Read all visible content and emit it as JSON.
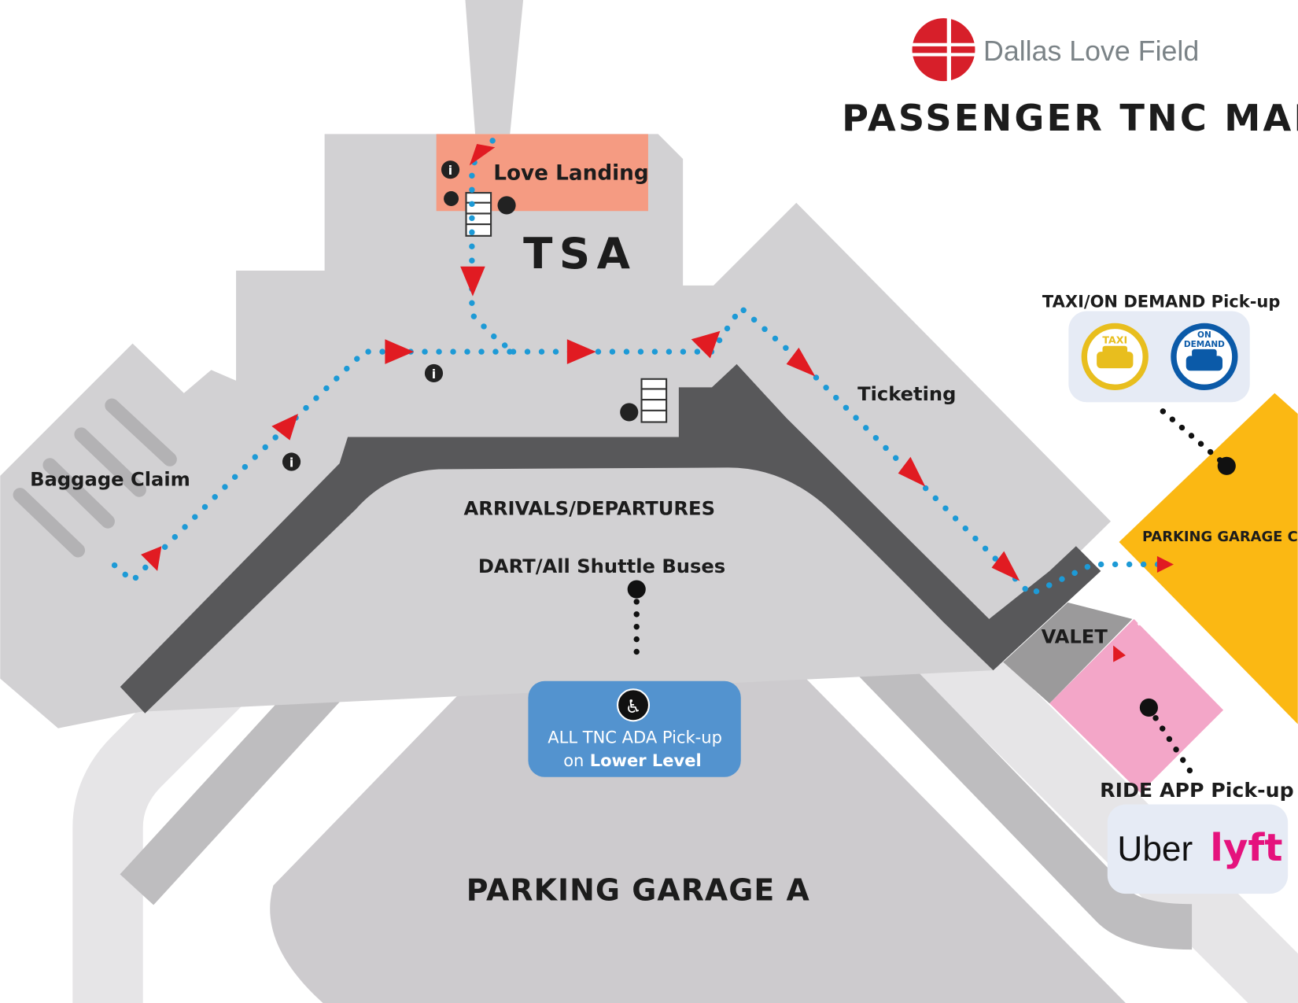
{
  "header": {
    "logo_text": "Dallas Love Field",
    "title": "PASSENGER TNC MAP"
  },
  "map": {
    "labels": {
      "love_landing": "Love Landing",
      "tsa": "TSA",
      "baggage_claim": "Baggage Claim",
      "ticketing": "Ticketing",
      "arrivals_departures": "ARRIVALS/DEPARTURES",
      "dart_shuttle": "DART/All Shuttle Buses",
      "parking_garage_a": "PARKING GARAGE A",
      "parking_garage_c": "PARKING GARAGE C",
      "valet": "VALET"
    },
    "ada": {
      "line1": "ALL TNC ADA Pick-up",
      "line2_prefix": "on",
      "line2_bold": "Lower Level"
    },
    "taxi": {
      "title": "TAXI/ON DEMAND Pick-up",
      "taxi_badge": "TAXI",
      "on_demand_badge_1": "ON",
      "on_demand_badge_2": "DEMAND"
    },
    "ride_app": {
      "title": "RIDE APP Pick-up",
      "uber": "Uber",
      "lyft": "lyft"
    },
    "colors": {
      "terminal": "#d2d1d3",
      "curb": "#58585a",
      "love_landing": "#f59b82",
      "garage_c": "#fbb813",
      "ride_app_zone": "#f3a6c8",
      "valet": "#9b9a9b",
      "ada_box": "#5393cf",
      "path_dots": "#1d9ad6",
      "path_arrows": "#e11b22",
      "logo_red": "#d71f2a",
      "taxi_yellow": "#e8be1e",
      "on_demand_blue": "#0b5aa8",
      "lyft_pink": "#e5127d"
    }
  }
}
